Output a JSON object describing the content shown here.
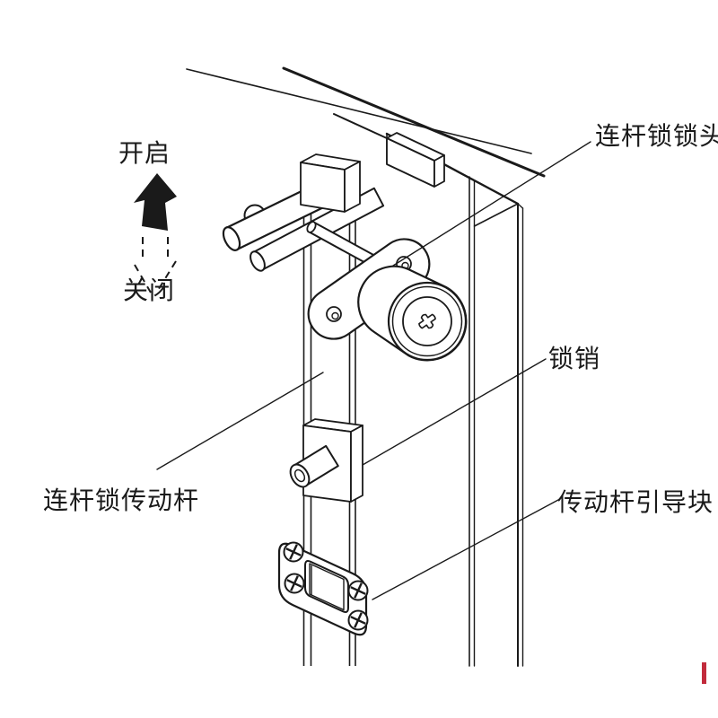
{
  "diagram": {
    "type": "technical-line-drawing",
    "subject": "linkage-lock-assembly-on-cabinet-door-edge",
    "labels": {
      "open": "开启",
      "close": "关闭",
      "lock_head": "连杆锁锁头",
      "lock_pin": "锁销",
      "drive_rod": "连杆锁传动杆",
      "guide_block": "传动杆引导块"
    },
    "colors": {
      "line": "#1a1a1a",
      "accent_red": "#c22b3c",
      "background": "#ffffff"
    }
  }
}
